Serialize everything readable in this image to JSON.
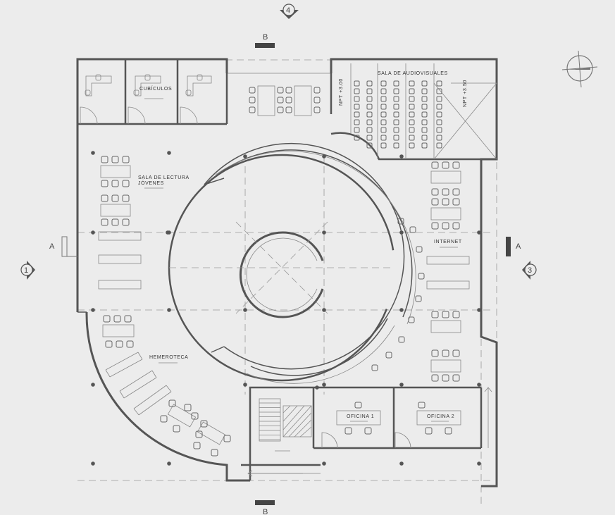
{
  "plan": {
    "rooms": {
      "cubiculos": "CUBÍCULOS",
      "audiovisuales": "SALA DE AUDIOVISUALES",
      "lectura_line1": "SALA DE LECTURA",
      "lectura_line2": "JÓVENES",
      "internet": "INTERNET",
      "hemeroteca": "HEMEROTECA",
      "oficina1": "OFICINA 1",
      "oficina2": "OFICINA 2"
    },
    "levels": {
      "npt_left": "NPT +3.00",
      "npt_right": "NPT +3.50"
    },
    "sections": {
      "a_left": "A",
      "a_right": "A",
      "b_top": "B",
      "b_bottom": "B"
    },
    "axes": {
      "top": "4",
      "left": "1",
      "right": "3"
    }
  }
}
